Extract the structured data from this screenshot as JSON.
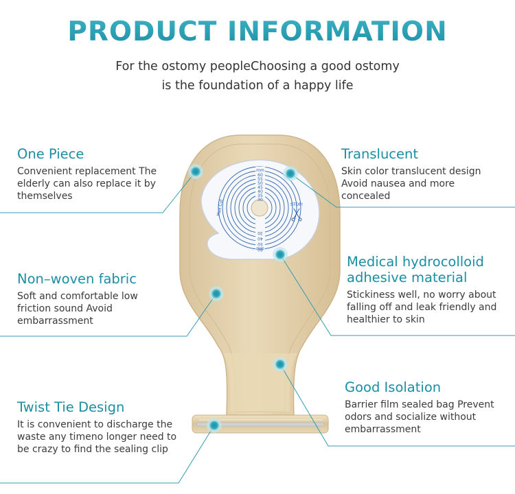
{
  "header": {
    "title": "PRODUCT INFORMATION",
    "subtitle_line1": "For the ostomy peopleChoosing a good ostomy",
    "subtitle_line2": "is the foundation of a happy life"
  },
  "features": {
    "one_piece": {
      "title": "One Piece",
      "line1": "Convenient replacement The",
      "line2": "elderly can also replace it by",
      "line3": "themselves"
    },
    "non_woven": {
      "title": "Non–woven fabric",
      "line1": "Soft and comfortable low",
      "line2": "friction sound Avoid",
      "line3": "embarrassment"
    },
    "twist_tie": {
      "title": "Twist Tie Design",
      "line1": "It is convenient to discharge the",
      "line2": "waste any timeno longer need to",
      "line3": "be crazy to find the sealing clip"
    },
    "translucent": {
      "title": "Translucent",
      "line1": "Skin color translucent design",
      "line2": "Avoid nausea and more",
      "line3": "concealed"
    },
    "hydrocolloid": {
      "title_line1": "Medical hydrocolloid",
      "title_line2": "adhesive material",
      "line1": "Stickiness well, no worry about",
      "line2": "falling off and leak friendly and",
      "line3": "healthier to skin"
    },
    "isolation": {
      "title": "Good Isolation",
      "line1": "Barrier film sealed bag Prevent",
      "line2": "odors and socialize without",
      "line3": "embarrassment"
    }
  },
  "wafer_labels": {
    "unit_top": "mm",
    "unit_bottom": "mm",
    "stop": "STOP!",
    "max_cut": "Max Cut",
    "sizes": [
      "60",
      "55",
      "50",
      "45",
      "40",
      "35",
      "30",
      "25"
    ]
  },
  "colors": {
    "accent": "#1a8ea3",
    "bag": "#e3cfa8",
    "wafer_blue": "#2b63b0",
    "line": "#2f9cb0"
  }
}
